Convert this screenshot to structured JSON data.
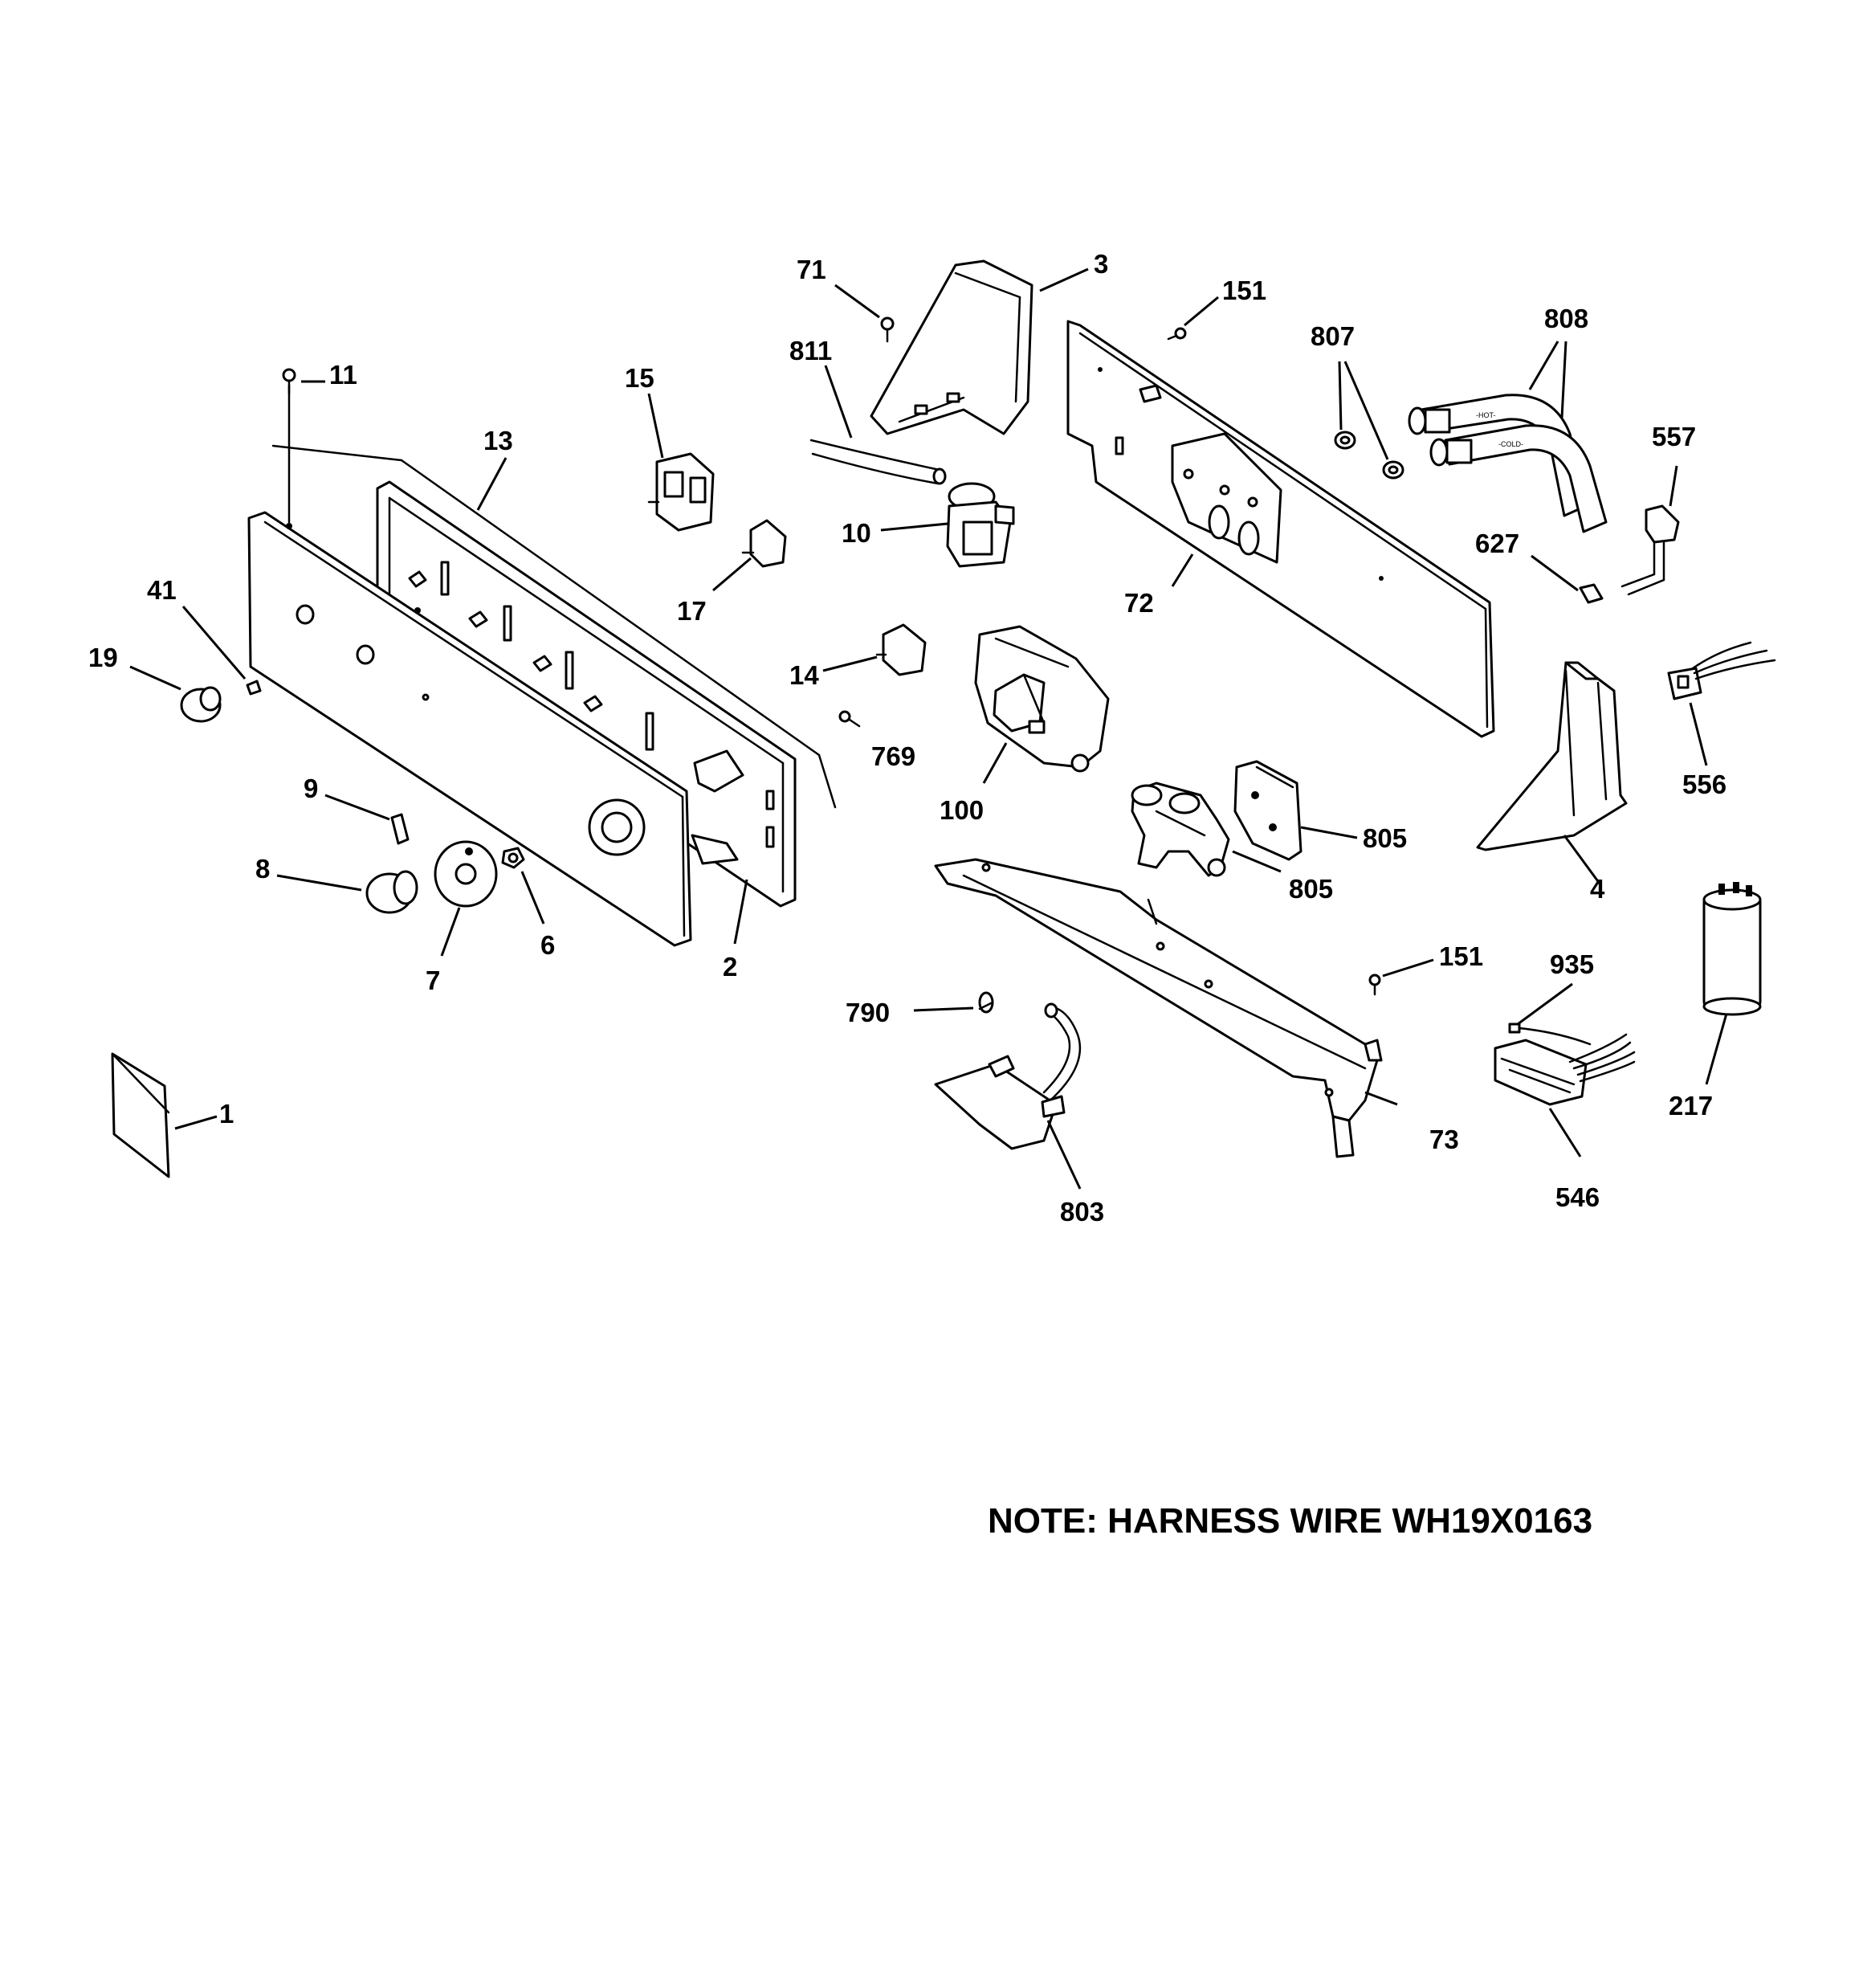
{
  "callouts": {
    "c1": "1",
    "c2": "2",
    "c3": "3",
    "c4": "4",
    "c6": "6",
    "c7": "7",
    "c8": "8",
    "c9": "9",
    "c10": "10",
    "c11": "11",
    "c13": "13",
    "c14": "14",
    "c15": "15",
    "c17": "17",
    "c19": "19",
    "c41": "41",
    "c71": "71",
    "c72": "72",
    "c73": "73",
    "c100": "100",
    "c151a": "151",
    "c151b": "151",
    "c217": "217",
    "c546": "546",
    "c556": "556",
    "c557": "557",
    "c627": "627",
    "c769": "769",
    "c790": "790",
    "c803": "803",
    "c805a": "805",
    "c805b": "805",
    "c807": "807",
    "c808": "808",
    "c811": "811",
    "c935": "935"
  },
  "hose_labels": {
    "hot": "-HOT-",
    "cold": "-COLD-"
  },
  "note": "NOTE: HARNESS WIRE WH19X0163"
}
